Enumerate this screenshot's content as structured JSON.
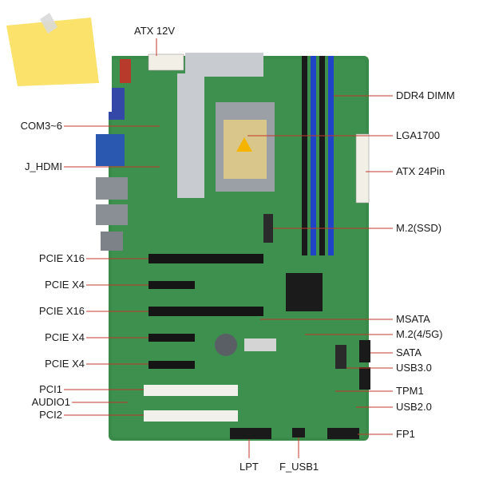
{
  "labels": {
    "atx12v": "ATX 12V",
    "ddr4": "DDR4 DIMM",
    "lga": "LGA1700",
    "atx24": "ATX 24Pin",
    "m2ssd": "M.2(SSD)",
    "com": "COM3~6",
    "jhdmi": "J_HDMI",
    "pcie16a": "PCIE X16",
    "pcie4a": "PCIE X4",
    "pcie16b": "PCIE X16",
    "pcie4b": "PCIE X4",
    "pcie4c": "PCIE X4",
    "pci1": "PCI1",
    "audio1": "AUDIO1",
    "pci2": "PCI2",
    "msata": "MSATA",
    "m2_45g": "M.2(4/5G)",
    "sata": "SATA",
    "usb30": "USB3.0",
    "tpm1": "TPM1",
    "usb20": "USB2.0",
    "fp1": "FP1",
    "lpt": "LPT",
    "fusb1": "F_USB1"
  },
  "colors": {
    "board": "#3a8a4a",
    "dimm_blue": "#1f44c8",
    "dimm_black": "#1a1a1a",
    "slot_black": "#151515",
    "slot_white": "#f2f0ea",
    "heatsink": "#c8ccd0",
    "note": "#fbe26a"
  }
}
